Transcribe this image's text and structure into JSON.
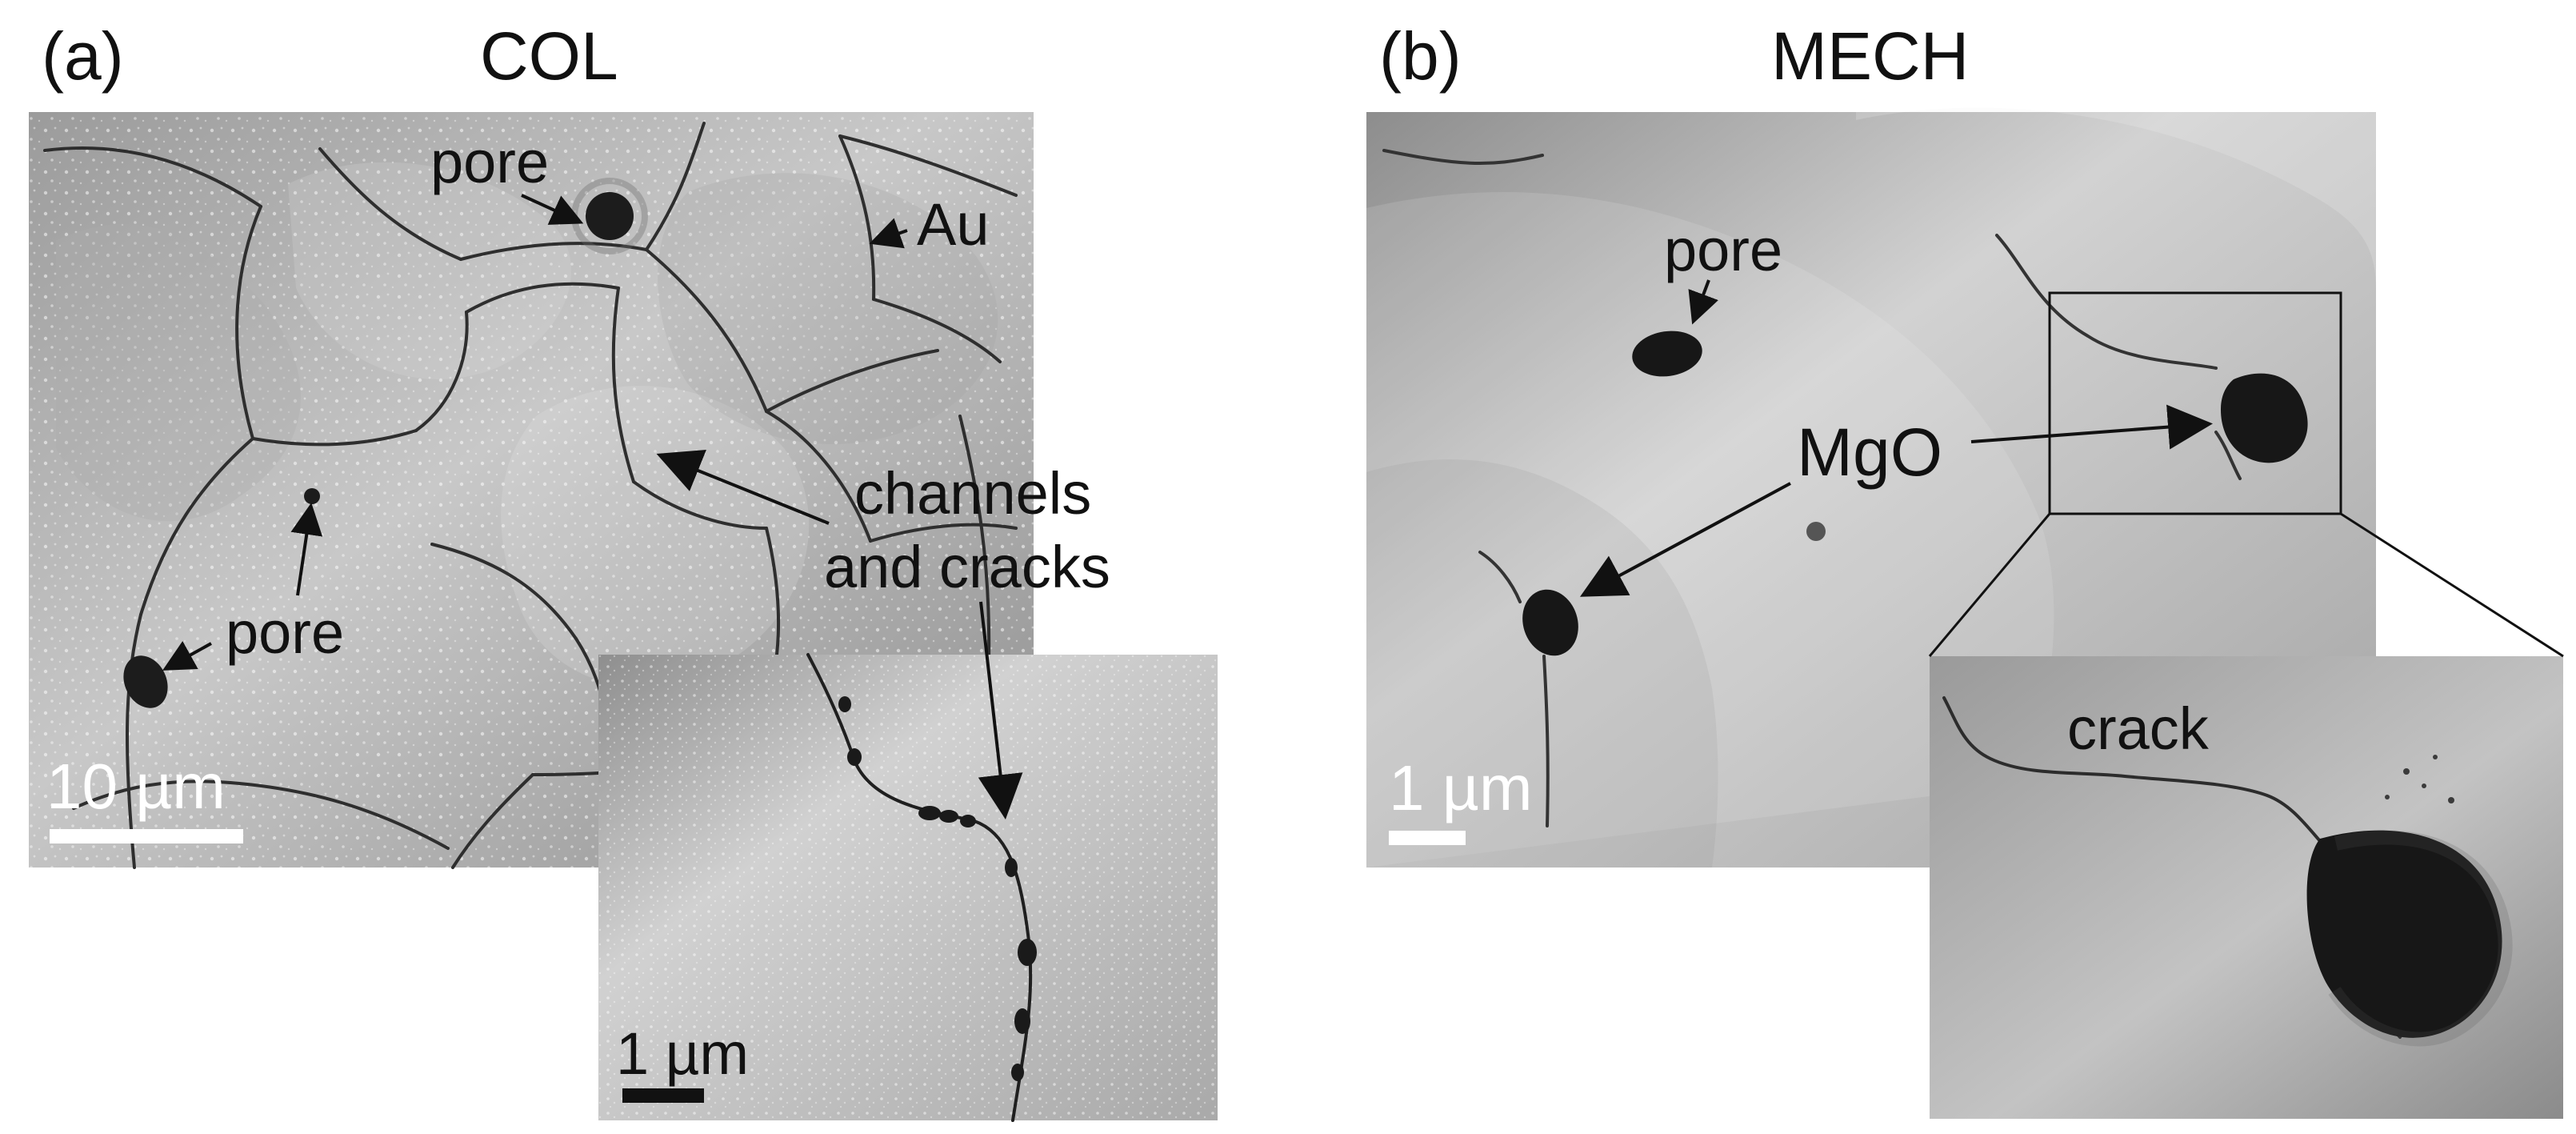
{
  "figure": {
    "panel_a": {
      "letter": "(a)",
      "title": "COL",
      "annotations": {
        "pore_top": "pore",
        "au": "Au",
        "pore_left": "pore",
        "channels_line1": "channels",
        "channels_line2": "and cracks"
      },
      "scale_main": "10 µm",
      "scale_inset": "1 µm"
    },
    "panel_b": {
      "letter": "(b)",
      "title": "MECH",
      "annotations": {
        "pore": "pore",
        "mgo": "MgO",
        "crack": "crack"
      },
      "scale_main": "1 µm"
    }
  }
}
